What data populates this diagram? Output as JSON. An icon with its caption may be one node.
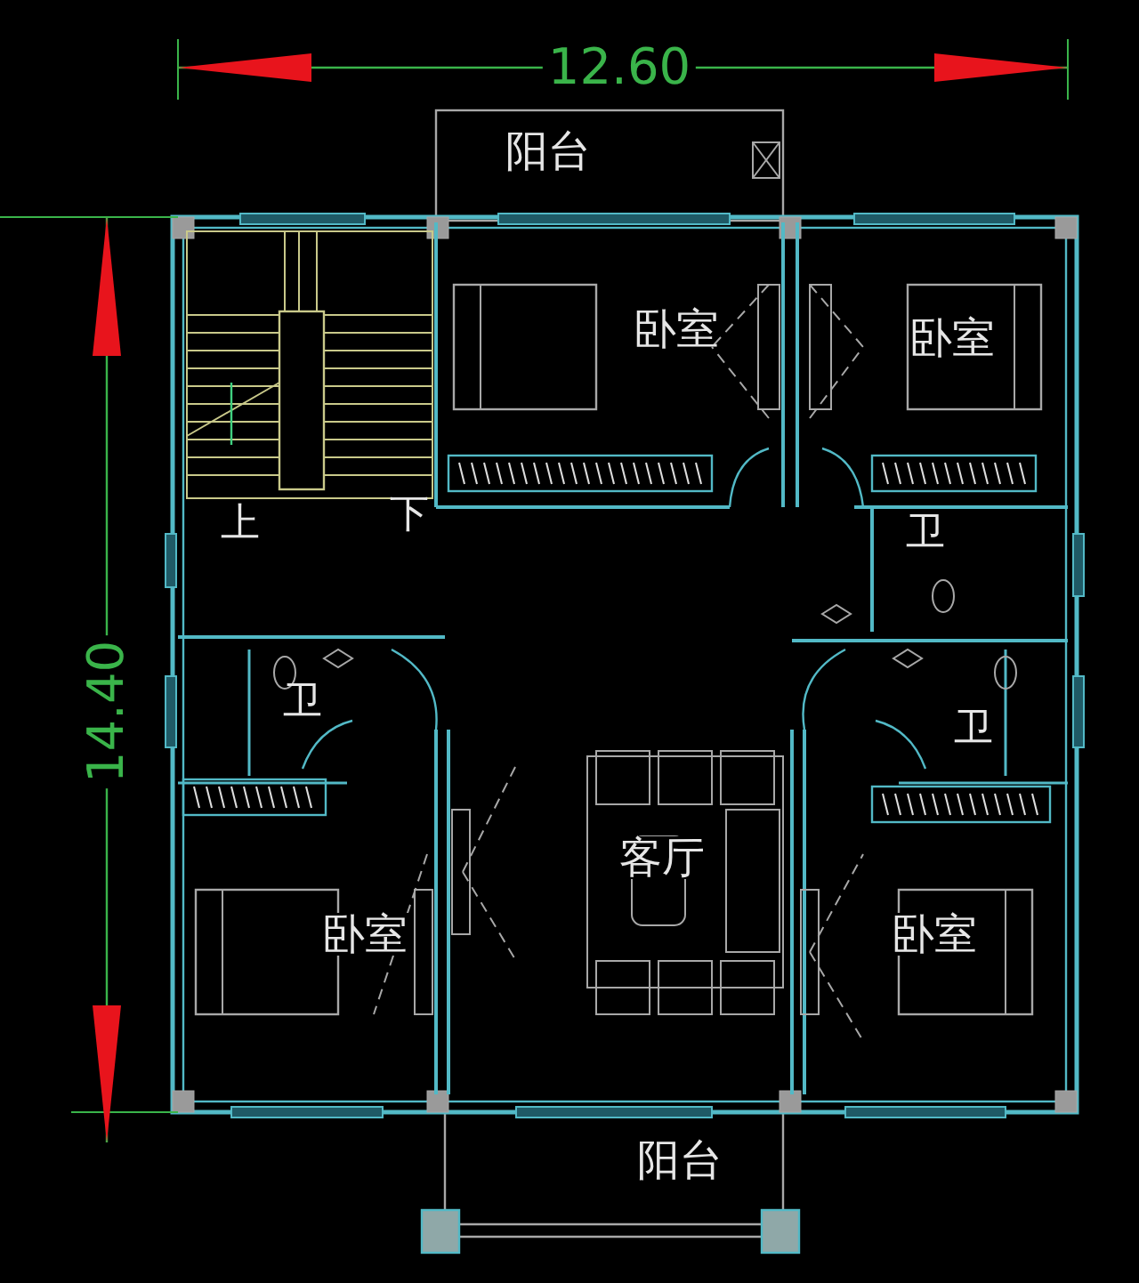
{
  "diagram": {
    "labels": [
      "12.60",
      "阳台",
      "卧室",
      "卧室",
      "上",
      "下",
      "卫",
      "14.40",
      "卫",
      "卫",
      "客厅",
      "卧室",
      "卧室",
      "阳台"
    ]
  }
}
